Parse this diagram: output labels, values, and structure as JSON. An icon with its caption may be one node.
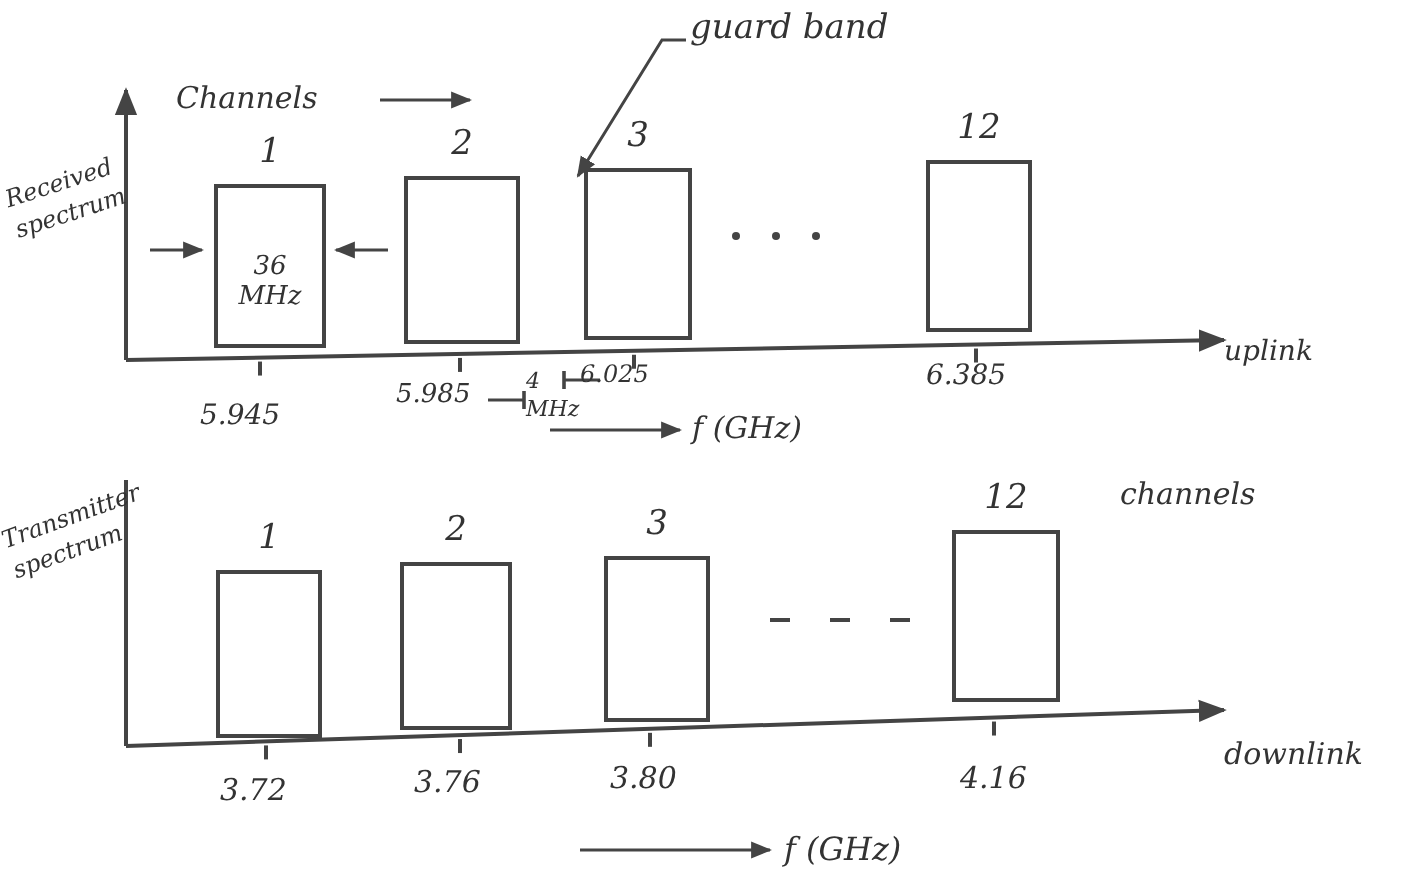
{
  "diagram": {
    "nodes": [
      {
        "text": [
          "guard band"
        ]
      },
      {
        "text": [
          "1",
          "36 MHz"
        ]
      },
      {
        "text": [
          "2"
        ]
      },
      {
        "text": [
          "3"
        ]
      },
      {
        "text": [
          "12"
        ]
      },
      {
        "text": [
          "1"
        ]
      },
      {
        "text": [
          "2"
        ]
      },
      {
        "text": [
          "3"
        ]
      },
      {
        "text": [
          "12"
        ]
      }
    ],
    "edges": [
      {
        "from": 0,
        "to": 3,
        "arrow": "to"
      }
    ],
    "labels": [
      "Channels",
      "Received spectrum",
      "5.945",
      "5.985",
      "4 MHz",
      "6.025",
      "6.385",
      "uplink",
      "f (GHz)",
      "Transmitter spectrum",
      "channels",
      "3.72",
      "3.76",
      "3.80",
      "4.16",
      "downlink",
      "f (GHz)"
    ]
  }
}
